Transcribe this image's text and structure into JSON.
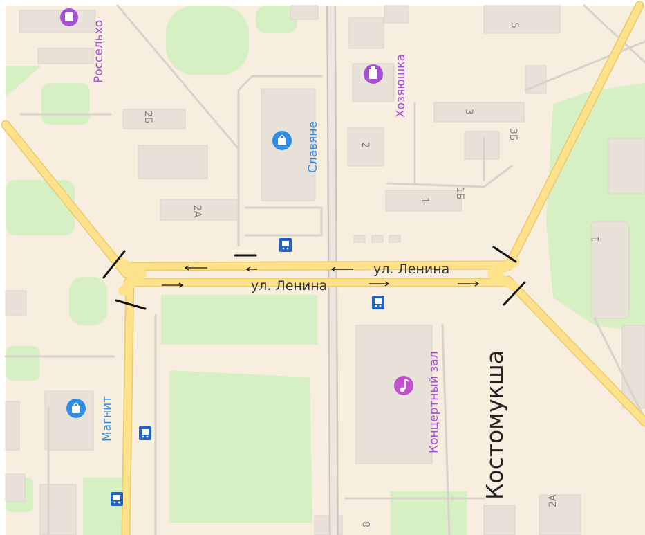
{
  "map": {
    "city_label": "Костомукша",
    "streets": {
      "lenina_north": "ул. Ленина",
      "lenina_south": "ул. Ленина"
    },
    "pois": {
      "rosselhoz": "Россельхо",
      "hozyayushka": "Хозяюшка",
      "slavyane": "Славяне",
      "magnit": "Магнит",
      "concert_hall": "Концертный зал"
    },
    "house_numbers": {
      "n5": "5",
      "n3": "3",
      "n3b": "3Б",
      "n2": "2",
      "n2b": "2Б",
      "n2a": "2А",
      "n1": "1",
      "n1b": "1Б",
      "n1_east": "1",
      "n2a_south": "2А",
      "n_cut": "8"
    },
    "bus_stop_glyph": "▣",
    "colors": {
      "background": "#f8eee0",
      "building": "#e8e1d8",
      "green": "#d6efc3",
      "road_main": "#fde28b",
      "road_minor": "#d9d2c9",
      "poi": "#2e8de4",
      "poi_purple": "#a64fd6",
      "bus_stop": "#1f63c6",
      "markup": "#111111"
    },
    "icons": [
      "bank-icon",
      "store-icon",
      "shopping-bag-icon",
      "music-note-icon",
      "bus-stop-icon"
    ]
  }
}
